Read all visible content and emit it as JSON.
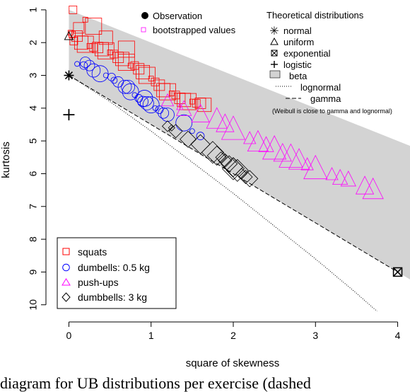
{
  "chart_data": {
    "type": "scatter",
    "title": "",
    "xlabel": "square of skewness",
    "ylabel": "kurtosis",
    "xlim": [
      -0.15,
      4.15
    ],
    "ylim": [
      10.2,
      0.7
    ],
    "y_axis_inverted": true,
    "xticks": [
      0,
      1,
      2,
      3,
      4
    ],
    "yticks": [
      1,
      2,
      3,
      4,
      5,
      6,
      7,
      8,
      9,
      10
    ],
    "grid": false,
    "legend_theory": {
      "header": "Theoretical distributions",
      "observation": "Observation",
      "bootstrapped": "bootstrapped values",
      "normal": "normal",
      "uniform": "uniform",
      "exponential": "exponential",
      "logistic": "logistic",
      "beta": "beta",
      "lognormal": "lognormal",
      "gamma": "gamma",
      "note": "(Weibull is close to gamma and lognormal)"
    },
    "legend_series_placement": "bottom-left",
    "legend_theory_placement": "top",
    "theoretical_points": {
      "normal": [
        0,
        3
      ],
      "uniform": [
        0,
        1.8
      ],
      "exponential": [
        4,
        9
      ],
      "logistic": [
        0,
        4.2
      ]
    },
    "beta_region": {
      "color": "#d3d3d3",
      "upper_boundary": [
        [
          0,
          1
        ],
        [
          4.15,
          5.15
        ]
      ],
      "lower_boundary": [
        [
          0,
          3
        ],
        [
          4.15,
          9.225
        ]
      ]
    },
    "gamma_line": [
      [
        0,
        3
      ],
      [
        4,
        9
      ]
    ],
    "lognormal_curve": [
      [
        0,
        3
      ],
      [
        0.5,
        3.8
      ],
      [
        1,
        4.7
      ],
      [
        1.5,
        5.65
      ],
      [
        2,
        6.6
      ],
      [
        2.5,
        7.6
      ],
      [
        3,
        8.6
      ],
      [
        3.5,
        9.65
      ],
      [
        3.75,
        10.2
      ]
    ],
    "series": [
      {
        "name": "squats",
        "marker": "square",
        "color": "#ff0000",
        "observation": [
          0.04,
          1.75
        ],
        "bootstrap": [
          [
            0.02,
            1.7
          ],
          [
            0.06,
            1.95
          ],
          [
            0.1,
            1.8
          ],
          [
            0.15,
            2.0
          ],
          [
            0.2,
            2.05
          ],
          [
            0.25,
            2.1
          ],
          [
            0.3,
            2.15
          ],
          [
            0.35,
            2.15
          ],
          [
            0.4,
            2.2
          ],
          [
            0.45,
            2.25
          ],
          [
            0.5,
            2.3
          ],
          [
            0.55,
            2.35
          ],
          [
            0.6,
            2.45
          ],
          [
            0.65,
            2.5
          ],
          [
            0.7,
            2.6
          ],
          [
            0.75,
            2.7
          ],
          [
            0.8,
            2.7
          ],
          [
            0.85,
            2.8
          ],
          [
            0.9,
            2.9
          ],
          [
            0.95,
            3.0
          ],
          [
            1.0,
            3.1
          ],
          [
            1.05,
            3.2
          ],
          [
            1.1,
            3.3
          ],
          [
            1.15,
            3.45
          ],
          [
            1.2,
            3.5
          ],
          [
            1.25,
            3.55
          ],
          [
            1.3,
            3.6
          ],
          [
            1.35,
            3.7
          ],
          [
            1.4,
            3.75
          ],
          [
            1.45,
            3.8
          ],
          [
            1.5,
            3.8
          ],
          [
            1.55,
            3.85
          ],
          [
            1.6,
            3.85
          ],
          [
            1.65,
            3.9
          ],
          [
            0.3,
            1.5
          ],
          [
            0.2,
            1.3
          ],
          [
            0.05,
            1.0
          ],
          [
            0.12,
            1.55
          ],
          [
            0.45,
            1.85
          ],
          [
            0.7,
            2.2
          ]
        ]
      },
      {
        "name": "dumbells: 0.5 kg",
        "marker": "circle",
        "color": "#0000ff",
        "observation": [
          0.55,
          3.15
        ],
        "bootstrap": [
          [
            0.1,
            2.65
          ],
          [
            0.18,
            2.7
          ],
          [
            0.25,
            2.7
          ],
          [
            0.3,
            2.85
          ],
          [
            0.38,
            2.95
          ],
          [
            0.45,
            3.0
          ],
          [
            0.52,
            3.05
          ],
          [
            0.6,
            3.2
          ],
          [
            0.68,
            3.35
          ],
          [
            0.75,
            3.5
          ],
          [
            0.8,
            3.6
          ],
          [
            0.85,
            3.7
          ],
          [
            0.9,
            3.8
          ],
          [
            0.95,
            3.85
          ],
          [
            1.0,
            3.9
          ],
          [
            1.05,
            4.0
          ],
          [
            1.1,
            4.05
          ],
          [
            1.15,
            4.15
          ],
          [
            1.2,
            4.2
          ],
          [
            1.4,
            4.45
          ],
          [
            1.5,
            4.7
          ],
          [
            1.6,
            4.85
          ],
          [
            0.2,
            2.6
          ],
          [
            0.72,
            3.35
          ],
          [
            0.92,
            3.7
          ]
        ]
      },
      {
        "name": "push-ups",
        "marker": "triangle",
        "color": "#ff00ff",
        "observation": [
          1.35,
          3.95
        ],
        "bootstrap": [
          [
            1.2,
            3.75
          ],
          [
            1.4,
            4.0
          ],
          [
            1.6,
            4.15
          ],
          [
            1.8,
            4.3
          ],
          [
            2.0,
            4.6
          ],
          [
            2.2,
            4.9
          ],
          [
            2.4,
            5.1
          ],
          [
            2.6,
            5.35
          ],
          [
            2.8,
            5.55
          ],
          [
            3.0,
            5.8
          ],
          [
            3.2,
            6.0
          ],
          [
            3.4,
            6.15
          ],
          [
            3.6,
            6.35
          ],
          [
            3.7,
            6.45
          ],
          [
            2.5,
            5.2
          ],
          [
            2.9,
            5.7
          ],
          [
            3.3,
            6.1
          ],
          [
            1.9,
            4.45
          ],
          [
            2.3,
            5.0
          ],
          [
            2.7,
            5.45
          ]
        ]
      },
      {
        "name": "dumbbells: 3 kg",
        "marker": "diamond",
        "color": "#000000",
        "observation": [
          1.25,
          4.6
        ],
        "bootstrap": [
          [
            1.2,
            4.55
          ],
          [
            1.3,
            4.7
          ],
          [
            1.45,
            4.95
          ],
          [
            1.6,
            5.1
          ],
          [
            1.75,
            5.35
          ],
          [
            1.85,
            5.5
          ],
          [
            1.9,
            5.6
          ],
          [
            1.95,
            5.7
          ],
          [
            2.0,
            5.8
          ],
          [
            2.05,
            5.9
          ],
          [
            2.1,
            6.0
          ],
          [
            2.15,
            6.1
          ],
          [
            2.2,
            6.15
          ],
          [
            1.8,
            5.45
          ],
          [
            2.0,
            5.85
          ]
        ]
      }
    ]
  },
  "caption": "diagram for UB distributions per exercise  (dashed"
}
